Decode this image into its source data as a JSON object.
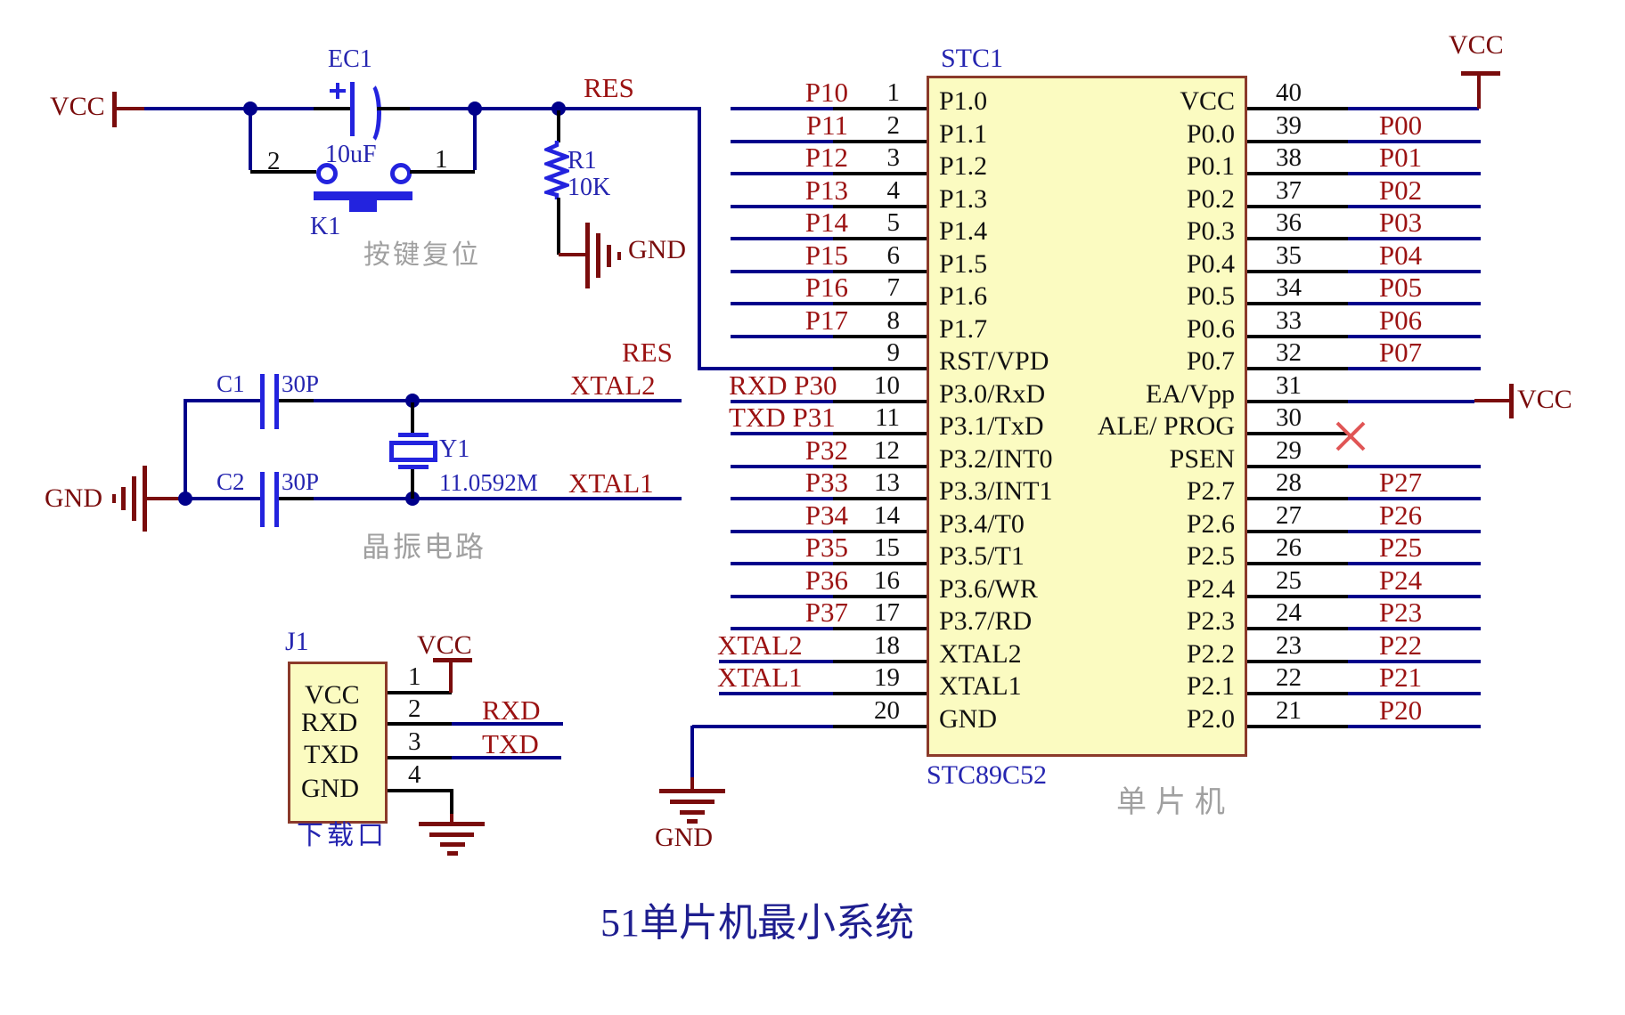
{
  "title": "51单片机最小系统",
  "reset_circuit": {
    "caption": "按键复位",
    "vcc_label": "VCC",
    "res_label": "RES",
    "cap_ref": "EC1",
    "cap_plus": "+",
    "cap_value": "10uF",
    "button_ref": "K1",
    "button_pin_left": "2",
    "button_pin_right": "1",
    "res_ref": "R1",
    "res_value": "10K",
    "gnd_label": "GND"
  },
  "crystal_circuit": {
    "caption": "晶振电路",
    "gnd_label": "GND",
    "c1_ref": "C1",
    "c1_value": "30P",
    "c2_ref": "C2",
    "c2_value": "30P",
    "xtal_ref": "Y1",
    "xtal_value": "11.0592M",
    "xtal2_label": "XTAL2",
    "xtal1_label": "XTAL1"
  },
  "download_port": {
    "ref": "J1",
    "caption": "下载口",
    "vcc_label": "VCC",
    "pins": [
      {
        "num": "1",
        "name": "VCC",
        "label": ""
      },
      {
        "num": "2",
        "name": "RXD",
        "label": "RXD"
      },
      {
        "num": "3",
        "name": "TXD",
        "label": "TXD"
      },
      {
        "num": "4",
        "name": "GND",
        "label": ""
      }
    ]
  },
  "mcu": {
    "ref": "STC1",
    "part": "STC89C52",
    "caption": "单片机",
    "gnd_label": "GND",
    "vcc_top_label": "VCC",
    "vcc_right_label": "VCC",
    "left_pins": [
      {
        "num": "1",
        "name": "P1.0",
        "label": "P10"
      },
      {
        "num": "2",
        "name": "P1.1",
        "label": "P11"
      },
      {
        "num": "3",
        "name": "P1.2",
        "label": "P12"
      },
      {
        "num": "4",
        "name": "P1.3",
        "label": "P13"
      },
      {
        "num": "5",
        "name": "P1.4",
        "label": "P14"
      },
      {
        "num": "6",
        "name": "P1.5",
        "label": "P15"
      },
      {
        "num": "7",
        "name": "P1.6",
        "label": "P16"
      },
      {
        "num": "8",
        "name": "P1.7",
        "label": "P17"
      },
      {
        "num": "9",
        "name": "RST/VPD",
        "label": "RES"
      },
      {
        "num": "10",
        "name": "P3.0/RxD",
        "label": "RXD P30"
      },
      {
        "num": "11",
        "name": "P3.1/TxD",
        "label": "TXD P31"
      },
      {
        "num": "12",
        "name": "P3.2/INT0",
        "label": "P32"
      },
      {
        "num": "13",
        "name": "P3.3/INT1",
        "label": "P33"
      },
      {
        "num": "14",
        "name": "P3.4/T0",
        "label": "P34"
      },
      {
        "num": "15",
        "name": "P3.5/T1",
        "label": "P35"
      },
      {
        "num": "16",
        "name": "P3.6/WR",
        "label": "P36"
      },
      {
        "num": "17",
        "name": "P3.7/RD",
        "label": "P37"
      },
      {
        "num": "18",
        "name": "XTAL2",
        "label": "XTAL2"
      },
      {
        "num": "19",
        "name": "XTAL1",
        "label": "XTAL1"
      },
      {
        "num": "20",
        "name": "GND",
        "label": ""
      }
    ],
    "right_pins": [
      {
        "num": "40",
        "name": "VCC",
        "label": ""
      },
      {
        "num": "39",
        "name": "P0.0",
        "label": "P00"
      },
      {
        "num": "38",
        "name": "P0.1",
        "label": "P01"
      },
      {
        "num": "37",
        "name": "P0.2",
        "label": "P02"
      },
      {
        "num": "36",
        "name": "P0.3",
        "label": "P03"
      },
      {
        "num": "35",
        "name": "P0.4",
        "label": "P04"
      },
      {
        "num": "34",
        "name": "P0.5",
        "label": "P05"
      },
      {
        "num": "33",
        "name": "P0.6",
        "label": "P06"
      },
      {
        "num": "32",
        "name": "P0.7",
        "label": "P07"
      },
      {
        "num": "31",
        "name": "EA/Vpp",
        "label": ""
      },
      {
        "num": "30",
        "name": "ALE/ PROG",
        "label": ""
      },
      {
        "num": "29",
        "name": "PSEN",
        "label": ""
      },
      {
        "num": "28",
        "name": "P2.7",
        "label": "P27"
      },
      {
        "num": "27",
        "name": "P2.6",
        "label": "P26"
      },
      {
        "num": "26",
        "name": "P2.5",
        "label": "P25"
      },
      {
        "num": "25",
        "name": "P2.4",
        "label": "P24"
      },
      {
        "num": "24",
        "name": "P2.3",
        "label": "P23"
      },
      {
        "num": "23",
        "name": "P2.2",
        "label": "P22"
      },
      {
        "num": "22",
        "name": "P2.1",
        "label": "P21"
      },
      {
        "num": "21",
        "name": "P2.0",
        "label": "P20"
      }
    ]
  },
  "colors": {
    "wire": "#00008B",
    "component": "#2323DE",
    "net_label": "#9B1212",
    "power_symbol": "#7A0C0C",
    "designator": "#2525B0",
    "chip_fill": "#FBFBC1",
    "chip_border": "#8B3A2A",
    "gray_text": "#A0A0A0",
    "title_text": "#1E1E8F",
    "no_connect_x": "#E05555"
  }
}
